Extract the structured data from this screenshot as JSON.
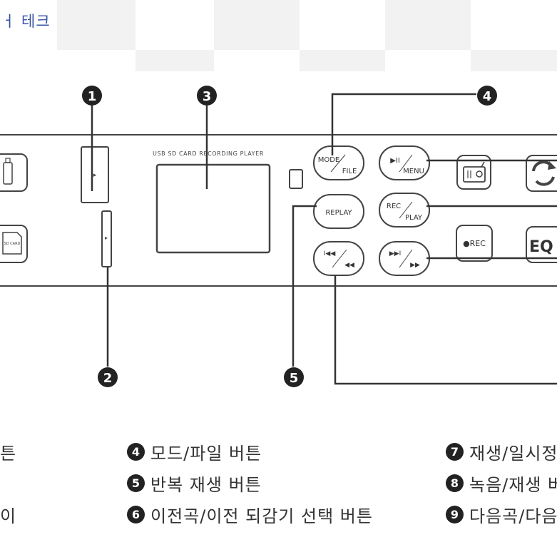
{
  "header": {
    "title": "ㅓ 테크"
  },
  "panel": {
    "device_label": "USB SD CARD RECORDING PLAYER",
    "sd_card_text": "SD CARD",
    "buttons": {
      "mode": "MODE",
      "file": "FILE",
      "menu": "MENU",
      "replay": "REPLAY",
      "rec_top": "REC",
      "play": "PLAY",
      "rec_record": "●REC",
      "eq": "EQ"
    },
    "glyphs": {
      "play_pause": "▶II",
      "prev": "I◀◀",
      "rewind": "◀◀",
      "next": "▶▶I",
      "forward": "▶▶"
    }
  },
  "callouts": [
    "1",
    "2",
    "3",
    "4",
    "5"
  ],
  "legend": [
    {
      "num": "",
      "text": "튼"
    },
    {
      "num": "",
      "text": "이"
    },
    {
      "num": "4",
      "text": "모드/파일 버튼"
    },
    {
      "num": "5",
      "text": "반복 재생 버튼"
    },
    {
      "num": "6",
      "text": "이전곡/이전 되감기 선택 버튼"
    },
    {
      "num": "7",
      "text": "재생/일시정"
    },
    {
      "num": "8",
      "text": "녹음/재생 버"
    },
    {
      "num": "9",
      "text": "다음곡/다음"
    }
  ]
}
